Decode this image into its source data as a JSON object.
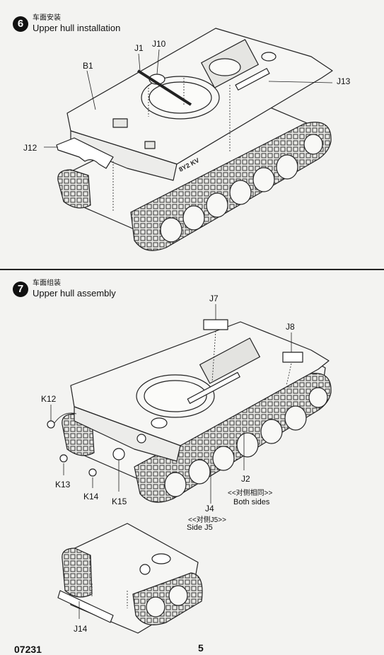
{
  "step6": {
    "number": "6",
    "title_zh": "车面安装",
    "title_en": "Upper hull installation",
    "labels": {
      "b1": "B1",
      "j1": "J1",
      "j10": "J10",
      "j12": "J12",
      "j13": "J13"
    },
    "hull_marking": "8Y2 KV"
  },
  "step7": {
    "number": "7",
    "title_zh": "车面组装",
    "title_en": "Upper hull assembly",
    "labels": {
      "j7": "J7",
      "j8": "J8",
      "k12": "K12",
      "k13": "K13",
      "k14": "K14",
      "k15": "K15",
      "j2": "J2",
      "j4": "J4",
      "j14": "J14"
    },
    "notes": {
      "j5_zh": "<<对侧J5>>",
      "j5_en": "Side J5",
      "both_zh": "<<对侧相同>>",
      "both_en": "Both sides"
    }
  },
  "footer": {
    "code": "07231",
    "page": "5"
  }
}
